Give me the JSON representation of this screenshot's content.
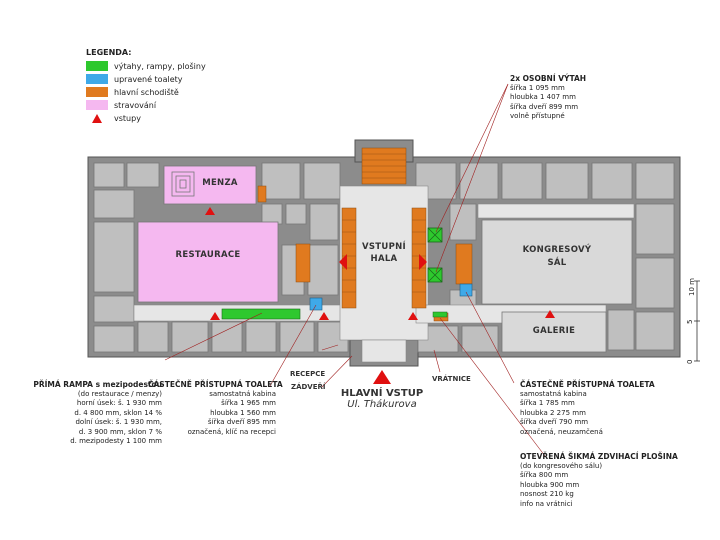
{
  "legend": {
    "title": "LEGENDA:",
    "items": [
      {
        "label": "výtahy, rampy, plošiny",
        "color": "#2ec82e"
      },
      {
        "label": "upravené toalety",
        "color": "#3fa9e8"
      },
      {
        "label": "hlavní schodiště",
        "color": "#e07a1f"
      },
      {
        "label": "stravování",
        "color": "#f5b8f0"
      },
      {
        "label": "vstupy",
        "color": "#e01010"
      }
    ]
  },
  "rooms": {
    "menza": "MENZA",
    "restaurace": "RESTAURACE",
    "hala_1": "VSTUPNÍ",
    "hala_2": "HALA",
    "kongres_1": "KONGRESOVÝ",
    "kongres_2": "SÁL",
    "galerie": "GALERIE"
  },
  "labels": {
    "recepce": "RECEPCE",
    "zadveri": "ZÁDVEŘÍ",
    "vratnice": "VRÁTNICE"
  },
  "main_entry": {
    "title": "HLAVNÍ VSTUP",
    "street": "Ul. Thákurova"
  },
  "scale": {
    "unit_label": "10 m",
    "tick_5": "5",
    "tick_0": "0"
  },
  "notes": {
    "vytah": {
      "title": "2x OSOBNÍ VÝTAH",
      "lines": [
        "šířka 1 095 mm",
        "hloubka 1 407 mm",
        "šířka dveří 899 mm",
        "volně přístupné"
      ]
    },
    "rampa": {
      "title": "PŘÍMÁ RAMPA s mezipodestou",
      "lines": [
        "(do restaurace / menzy)",
        "horní úsek: š. 1 930 mm",
        "d. 4 800 mm, sklon 14 %",
        "dolní úsek: š. 1 930 mm,",
        "d. 3 900 mm, sklon 7 %",
        "d. mezipodesty 1 100 mm"
      ]
    },
    "toaleta_left": {
      "title": "ČÁSTEČNĚ PŘÍSTUPNÁ TOALETA",
      "lines": [
        "samostatná kabina",
        "šířka 1 965 mm",
        "hloubka 1 560 mm",
        "šířka dveří 895 mm",
        "označená, klíč na recepci"
      ]
    },
    "toaleta_right": {
      "title": "ČÁSTEČNĚ PŘÍSTUPNÁ TOALETA",
      "lines": [
        "samostatná kabina",
        "šířka 1 785 mm",
        "hloubka 2 275 mm",
        "šířka dveří 790 mm",
        "označená, neuzamčená"
      ]
    },
    "plosina": {
      "title": "OTEVŘENÁ ŠIKMÁ ZDVIHACÍ PLOŠINA",
      "lines": [
        "(do kongresového sálu)",
        "šířka 800 mm",
        "hloubka 900 mm",
        "nosnost 210 kg",
        "info na vrátnici"
      ]
    }
  }
}
